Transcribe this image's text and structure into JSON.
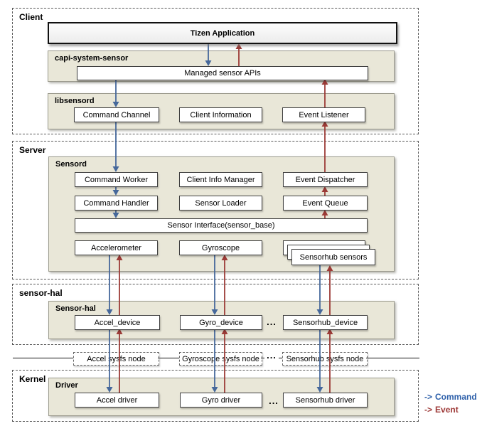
{
  "colors": {
    "command_blue": "#46689b",
    "event_red": "#9c3b37",
    "legend_blue": "#2b5ea9",
    "legend_red": "#9e3a38",
    "panel_beige": "#e9e7d8",
    "line_gray": "#4a4a4a"
  },
  "client": {
    "label": "Client",
    "tizen_app": "Tizen Application",
    "capi_label": "capi-system-sensor",
    "managed_apis": "Managed sensor APIs",
    "libsensord_label": "libsensord",
    "command_channel": "Command Channel",
    "client_information": "Client Information",
    "event_listener": "Event Listener"
  },
  "server": {
    "label": "Server",
    "sensord_label": "Sensord",
    "command_worker": "Command Worker",
    "client_info_manager": "Client Info Manager",
    "event_dispatcher": "Event Dispatcher",
    "command_handler": "Command Handler",
    "sensor_loader": "Sensor Loader",
    "event_queue": "Event Queue",
    "sensor_interface": "Sensor Interface(sensor_base)",
    "accelerometer": "Accelerometer",
    "gyroscope": "Gyroscope",
    "sensorhub_sensors": "Sensorhub sensors"
  },
  "sensor_hal": {
    "label": "sensor-hal",
    "inner_label": "Sensor-hal",
    "accel_device": "Accel_device",
    "gyro_device": "Gyro_device",
    "sensorhub_device": "Sensorhub_device",
    "ellipsis": "..."
  },
  "sysfs": {
    "accel": "Accel sysfs node",
    "gyroscope": "Gyroscope sysfs node",
    "sensorhub": "Sensorhub sysfs node",
    "ellipsis": "..."
  },
  "kernel": {
    "label": "Kernel",
    "inner_label": "Driver",
    "accel_driver": "Accel driver",
    "gyro_driver": "Gyro driver",
    "sensorhub_driver": "Sensorhub driver",
    "ellipsis": "..."
  },
  "legend": {
    "arrow": "->",
    "command": "Command",
    "event": "Event"
  }
}
